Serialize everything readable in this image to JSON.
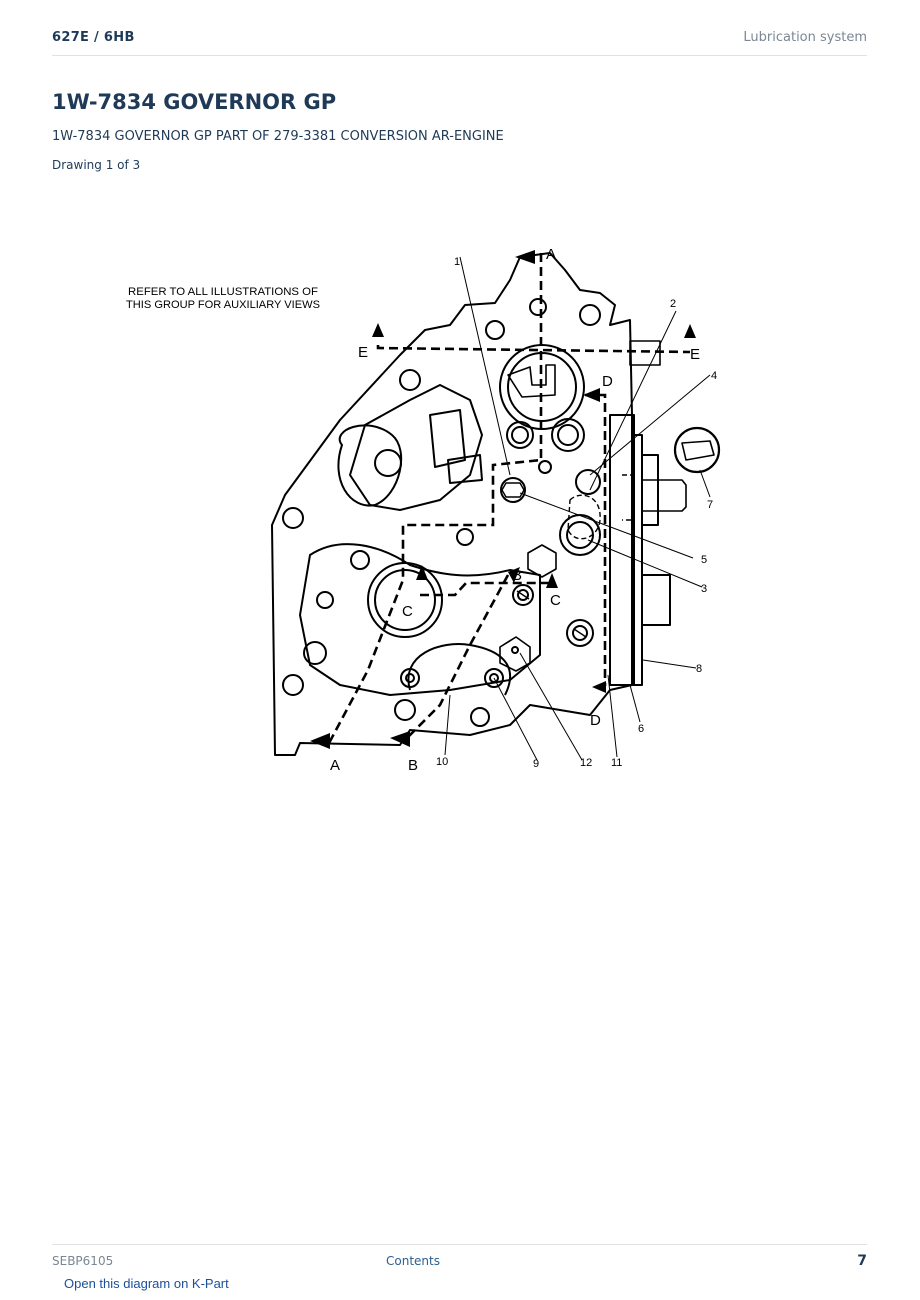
{
  "header": {
    "model": "627E  /  6HB",
    "section": "Lubrication system"
  },
  "page": {
    "title": "1W-7834 GOVERNOR GP",
    "subtitle": "1W-7834 GOVERNOR GP PART OF 279-3381 CONVERSION AR-ENGINE",
    "drawing": "Drawing 1 of 3"
  },
  "diagram": {
    "note_line1": "REFER TO ALL ILLUSTRATIONS OF",
    "note_line2": "THIS GROUP FOR AUXILIARY VIEWS",
    "section_labels": {
      "a_top": "A",
      "a_bottom": "A",
      "b_top": "B",
      "b_bottom": "B",
      "c_left": "C",
      "c_right": "C",
      "d_top": "D",
      "d_bottom": "D",
      "e_left": "E",
      "e_right": "E"
    },
    "callouts": {
      "c1": "1",
      "c2": "2",
      "c3": "3",
      "c4": "4",
      "c5": "5",
      "c6": "6",
      "c7": "7",
      "c8": "8",
      "c9": "9",
      "c10": "10",
      "c11": "11",
      "c12": "12"
    }
  },
  "footer": {
    "doc_id": "SEBP6105",
    "contents_link": "Contents",
    "page_number": "7"
  },
  "kpart_link": "Open this diagram on K-Part"
}
